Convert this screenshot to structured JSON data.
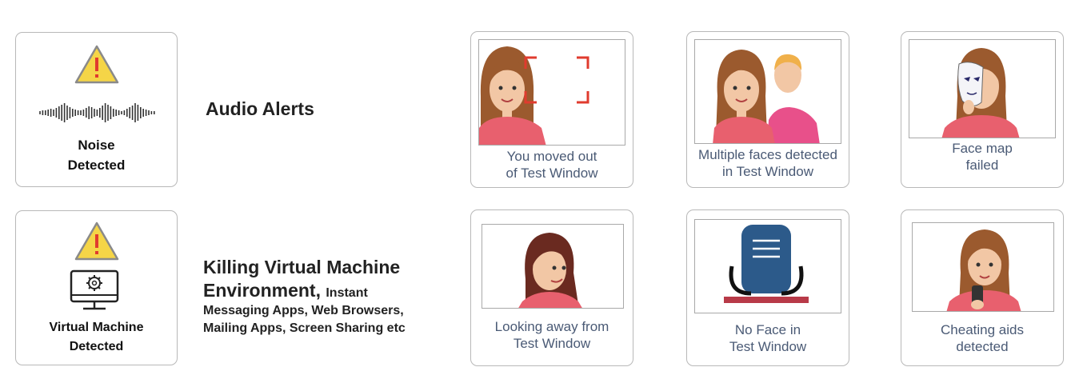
{
  "alerts": {
    "noise": {
      "line1": "Noise",
      "line2": "Detected",
      "icon": "warning-icon"
    },
    "vm": {
      "line1": "Virtual Machine",
      "line2": "Detected",
      "icon": "monitor-gear-icon"
    },
    "audio_heading": "Audio Alerts",
    "vm_heading": {
      "line1": "Killing Virtual Machine",
      "line2_bold": "Environment,",
      "line2_rest": "Instant",
      "line3": "Messaging Apps, Web Browsers,",
      "line4": "Mailing Apps, Screen Sharing etc"
    }
  },
  "proctoring": [
    {
      "line1": "You moved out",
      "line2": "of Test Window"
    },
    {
      "line1": "Multiple faces detected",
      "line2": "in Test Window"
    },
    {
      "line1": "Face map",
      "line2": "failed"
    },
    {
      "line1": "Looking away from",
      "line2": "Test Window"
    },
    {
      "line1": "No Face in",
      "line2": "Test Window"
    },
    {
      "line1": "Cheating aids",
      "line2": "detected"
    }
  ],
  "colors": {
    "warning": "#f5d547",
    "alert_red": "#e03b2e",
    "shirt": "#e8606e",
    "hair": "#9b5a2e",
    "caption": "#4a5a75",
    "chair": "#2c5a8a"
  }
}
